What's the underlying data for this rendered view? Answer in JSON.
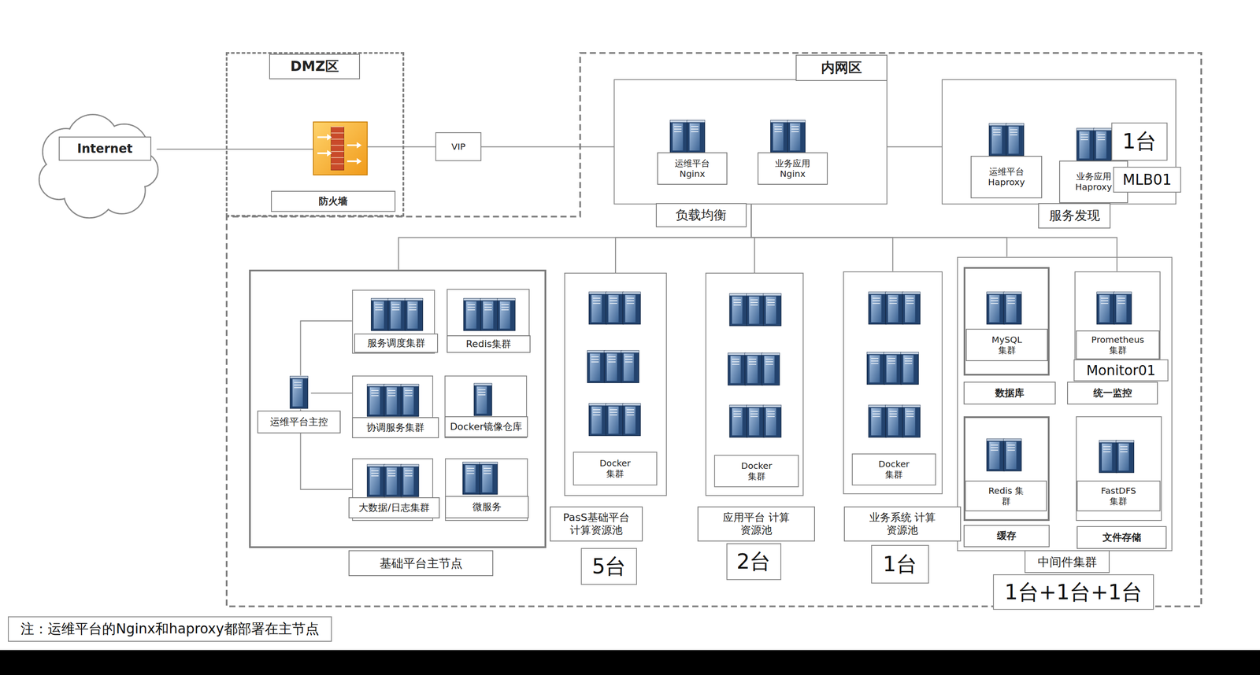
{
  "diagram": {
    "nodes": [
      {
        "text": [
          "Internet"
        ]
      },
      {
        "text": [
          "DMZ区"
        ]
      },
      {
        "text": [
          "防火墙"
        ],
        "in": 1
      },
      {
        "text": [
          "VIP"
        ]
      },
      {
        "text": [
          "内网区"
        ]
      },
      {
        "text": [
          "负载均衡"
        ],
        "in": 4
      },
      {
        "text": [
          "运维平台 Nginx"
        ],
        "in": 5
      },
      {
        "text": [
          "业务应用 Nginx"
        ],
        "in": 5
      },
      {
        "text": [
          "服务发现"
        ],
        "in": 4
      },
      {
        "text": [
          "运维平台 Haproxy"
        ],
        "in": 8
      },
      {
        "text": [
          "业务应用 Haproxy"
        ],
        "in": 8
      },
      {
        "text": [
          "基础平台主节点"
        ],
        "in": 4
      },
      {
        "text": [
          "运维平台主控"
        ],
        "in": 11
      },
      {
        "text": [
          "服务调度集群"
        ],
        "in": 11
      },
      {
        "text": [
          "Redis集群"
        ],
        "in": 11
      },
      {
        "text": [
          "协调服务集群"
        ],
        "in": 11
      },
      {
        "text": [
          "Docker镜像仓库"
        ],
        "in": 11
      },
      {
        "text": [
          "大数据/日志集群"
        ],
        "in": 11
      },
      {
        "text": [
          "微服务"
        ],
        "in": 11
      },
      {
        "text": [
          "PasS基础平台 计算资源池"
        ],
        "in": 4
      },
      {
        "text": [
          "Docker 集群"
        ],
        "in": 19
      },
      {
        "text": [
          "应用平台 计算资源池"
        ],
        "in": 4
      },
      {
        "text": [
          "Docker 集群"
        ],
        "in": 21
      },
      {
        "text": [
          "业务系统 计算资源池"
        ],
        "in": 4
      },
      {
        "text": [
          "Docker 集群"
        ],
        "in": 23
      },
      {
        "text": [
          "中间件集群"
        ],
        "in": 4
      },
      {
        "text": [
          "MySQL 集群",
          "数据库"
        ],
        "in": 25
      },
      {
        "text": [
          "Prometheus 集群",
          "统一监控"
        ],
        "in": 25
      },
      {
        "text": [
          "Redis 集群",
          "缓存"
        ],
        "in": 25
      },
      {
        "text": [
          "FastDFS 集群",
          "文件存储"
        ],
        "in": 25
      }
    ],
    "edges": [
      {
        "from": 0,
        "to": 2,
        "arrow": "none"
      },
      {
        "from": 2,
        "to": 3,
        "arrow": "none"
      },
      {
        "from": 3,
        "to": 5,
        "arrow": "none"
      },
      {
        "from": 5,
        "to": 8,
        "arrow": "none"
      },
      {
        "from": 5,
        "to": 11,
        "arrow": "none"
      },
      {
        "from": 5,
        "to": 19,
        "arrow": "none"
      },
      {
        "from": 5,
        "to": 21,
        "arrow": "none"
      },
      {
        "from": 5,
        "to": 23,
        "arrow": "none"
      },
      {
        "from": 5,
        "to": 25,
        "arrow": "none"
      },
      {
        "from": 5,
        "to": 27,
        "arrow": "none"
      },
      {
        "from": 12,
        "to": 13,
        "arrow": "none"
      },
      {
        "from": 12,
        "to": 15,
        "arrow": "none"
      },
      {
        "from": 12,
        "to": 17,
        "arrow": "none"
      }
    ],
    "labels": [
      "1台",
      "MLB01",
      "Monitor01",
      "5台",
      "2台",
      "1台",
      "1台+1台+1台",
      "注：运维平台的Nginx和haproxy都部署在主节点"
    ]
  }
}
